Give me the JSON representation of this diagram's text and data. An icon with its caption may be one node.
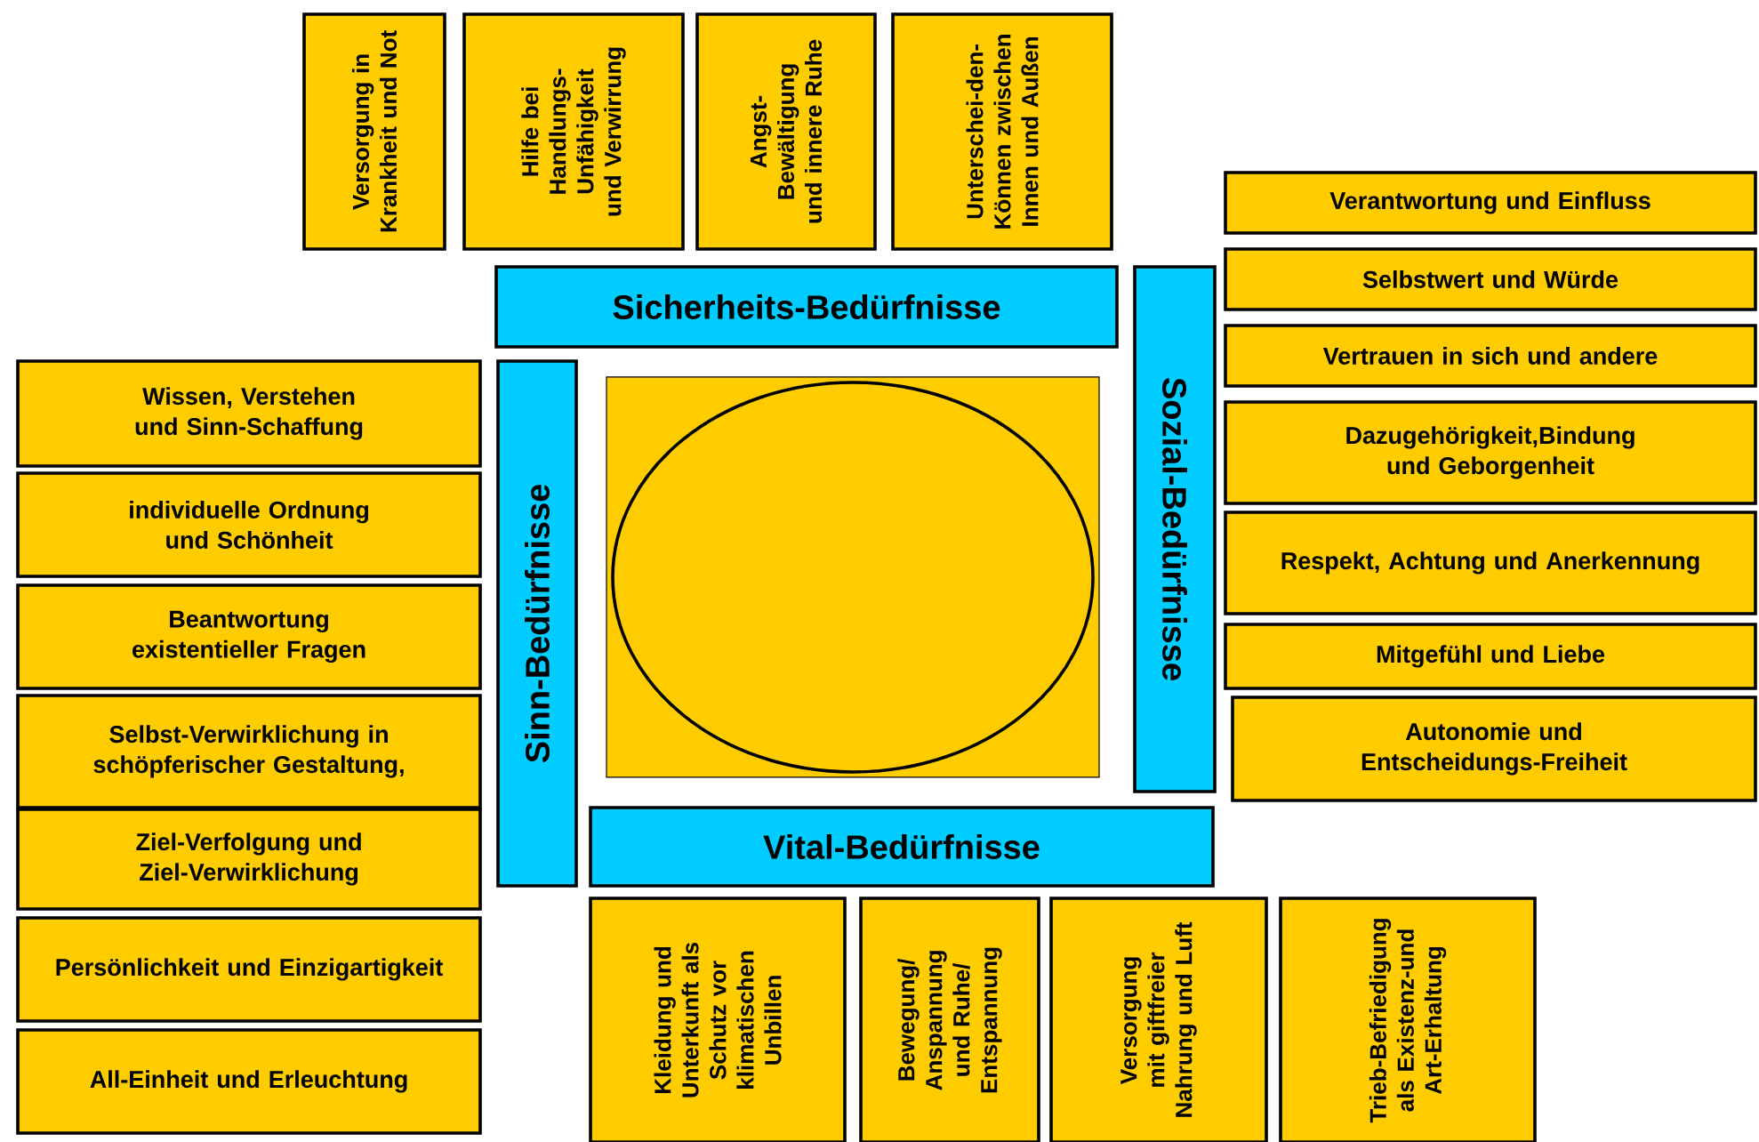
{
  "diagram": {
    "nodes": [
      {
        "text": [
          "Versorgung in Krankheit und Not"
        ]
      },
      {
        "text": [
          "Hilfe bei Handlungs-Unfähigkeit und Verwirrung"
        ]
      },
      {
        "text": [
          "Angst-Bewältigung und innere Ruhe"
        ]
      },
      {
        "text": [
          "Unterschei-den-Können zwischen Innen und Außen"
        ]
      },
      {
        "text": [
          "Sicherheits-Bedürfnisse"
        ]
      },
      {
        "text": [
          "Sozial-Bedürfnisse"
        ]
      },
      {
        "text": [
          "Verantwortung und Einfluss"
        ]
      },
      {
        "text": [
          "Selbstwert und Würde"
        ]
      },
      {
        "text": [
          "Vertrauen in sich und andere"
        ]
      },
      {
        "text": [
          "Dazugehörigkeit,Bindung und Geborgenheit"
        ]
      },
      {
        "text": [
          "Respekt, Achtung und Anerkennung"
        ]
      },
      {
        "text": [
          "Mitgefühl und Liebe"
        ]
      },
      {
        "text": [
          "Autonomie und Entscheidungs-Freiheit"
        ]
      },
      {
        "text": [
          "Sinn-Bedürfnisse"
        ]
      },
      {
        "text": [
          "Wissen, Verstehen und Sinn-Schaffung"
        ]
      },
      {
        "text": [
          "individuelle Ordnung und Schönheit"
        ]
      },
      {
        "text": [
          "Beantwortung existentieller Fragen"
        ]
      },
      {
        "text": [
          "Selbst-Verwirklichung in schöpferischer Gestaltung,"
        ]
      },
      {
        "text": [
          "Ziel-Verfolgung und Ziel-Verwirklichung"
        ]
      },
      {
        "text": [
          "Persönlichkeit und Einzigartigkeit"
        ]
      },
      {
        "text": [
          "All-Einheit und Erleuchtung"
        ]
      },
      {
        "text": [],
        "shape": "box"
      },
      {
        "text": [],
        "shape": "circle",
        "in": 21
      },
      {
        "text": [
          "Vital-Bedürfnisse"
        ]
      },
      {
        "text": [
          "Kleidung und Unterkunft als Schutz vor klimatischen Unbillen"
        ]
      },
      {
        "text": [
          "Bewegung/ Anspannung und Ruhe/ Entspannung"
        ]
      },
      {
        "text": [
          "Versorgung mit giftfreier Nahrung und Luft"
        ]
      },
      {
        "text": [
          "Trieb-Befriedigung als Existenz-und Art-Erhaltung"
        ]
      }
    ]
  }
}
